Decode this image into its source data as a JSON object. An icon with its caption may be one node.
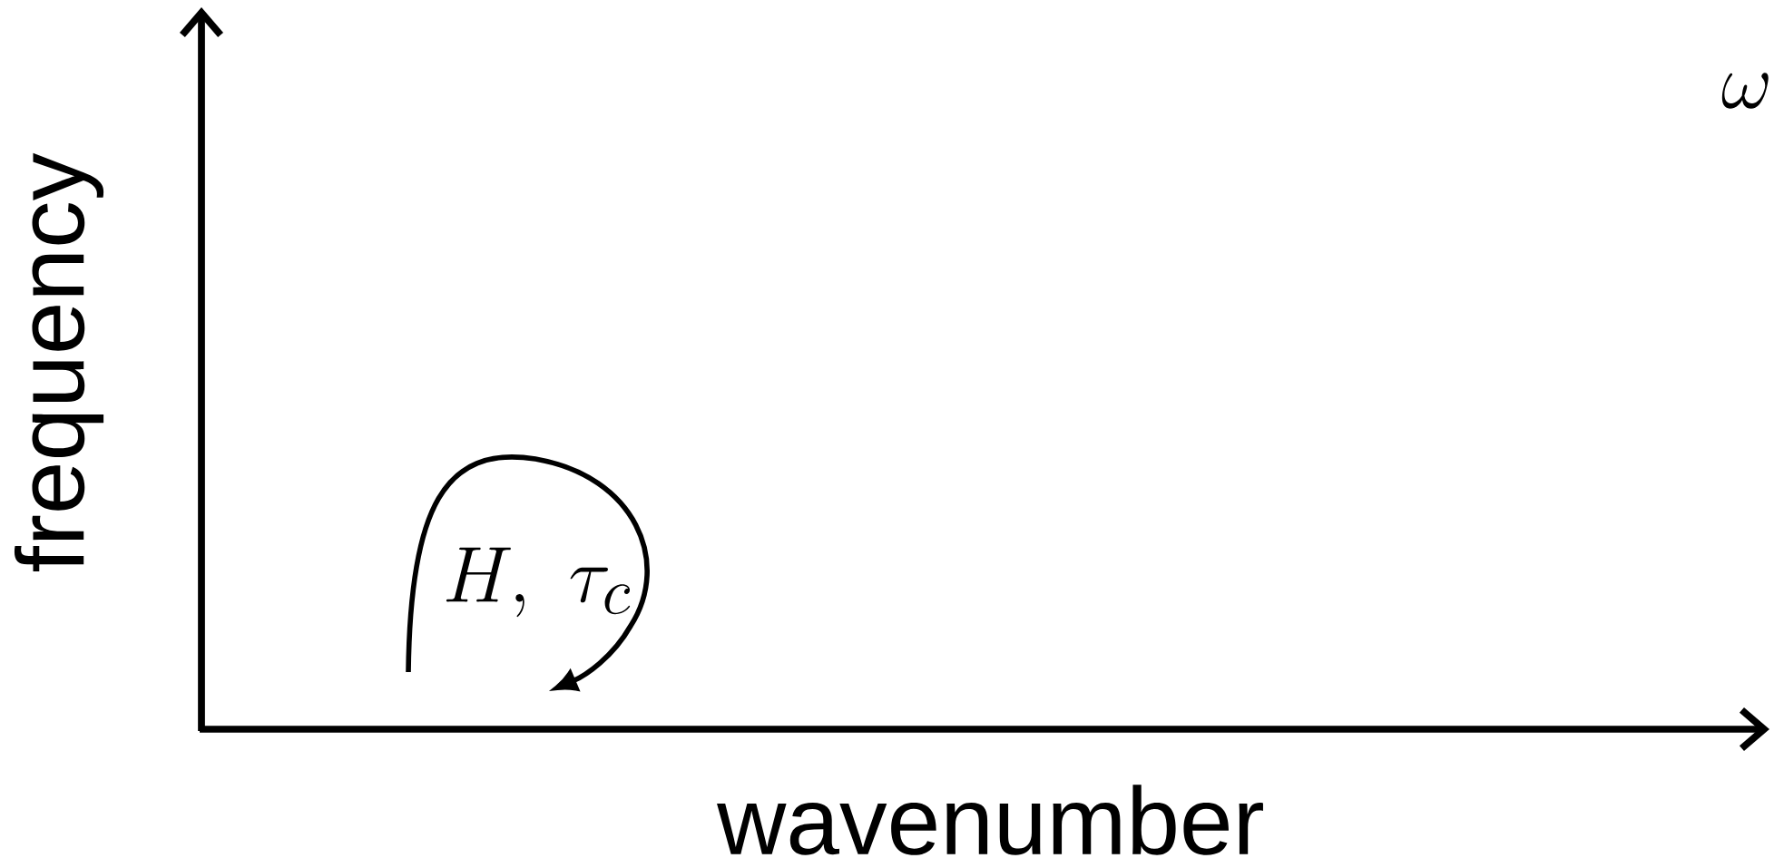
{
  "diagram": {
    "labels": [
      "frequency",
      "wavenumber",
      "H,\\ \\tau_c",
      "\\omega"
    ]
  }
}
